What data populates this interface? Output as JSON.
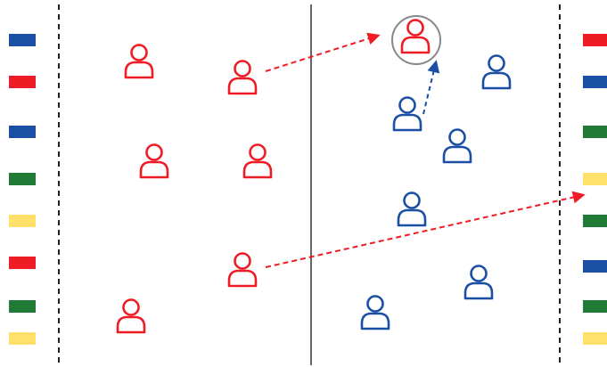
{
  "colors": {
    "red": "#ee1c24",
    "blue": "#1a4fa3",
    "green": "#1f7a35",
    "yellow": "#ffe06a",
    "divider": "#333333",
    "highlight_ring": "#888888"
  },
  "icons": {
    "player": "person-icon",
    "highlight": "circle-highlight-icon"
  },
  "left_flags": [
    "blue",
    "red",
    "blue",
    "green",
    "yellow",
    "red",
    "green",
    "yellow"
  ],
  "right_flags": [
    "red",
    "blue",
    "green",
    "yellow",
    "green",
    "blue",
    "green",
    "yellow"
  ],
  "red_team": {
    "color": "red",
    "count": 7
  },
  "blue_team": {
    "color": "blue",
    "count": 6
  },
  "arrows": [
    {
      "from": "red-player",
      "to": "highlighted-red-player",
      "color": "red",
      "style": "dashed"
    },
    {
      "from": "blue-player",
      "to": "highlighted-red-player",
      "color": "blue",
      "style": "dashed"
    },
    {
      "from": "red-player",
      "to": "right-flag-column",
      "color": "red",
      "style": "dashed"
    }
  ]
}
